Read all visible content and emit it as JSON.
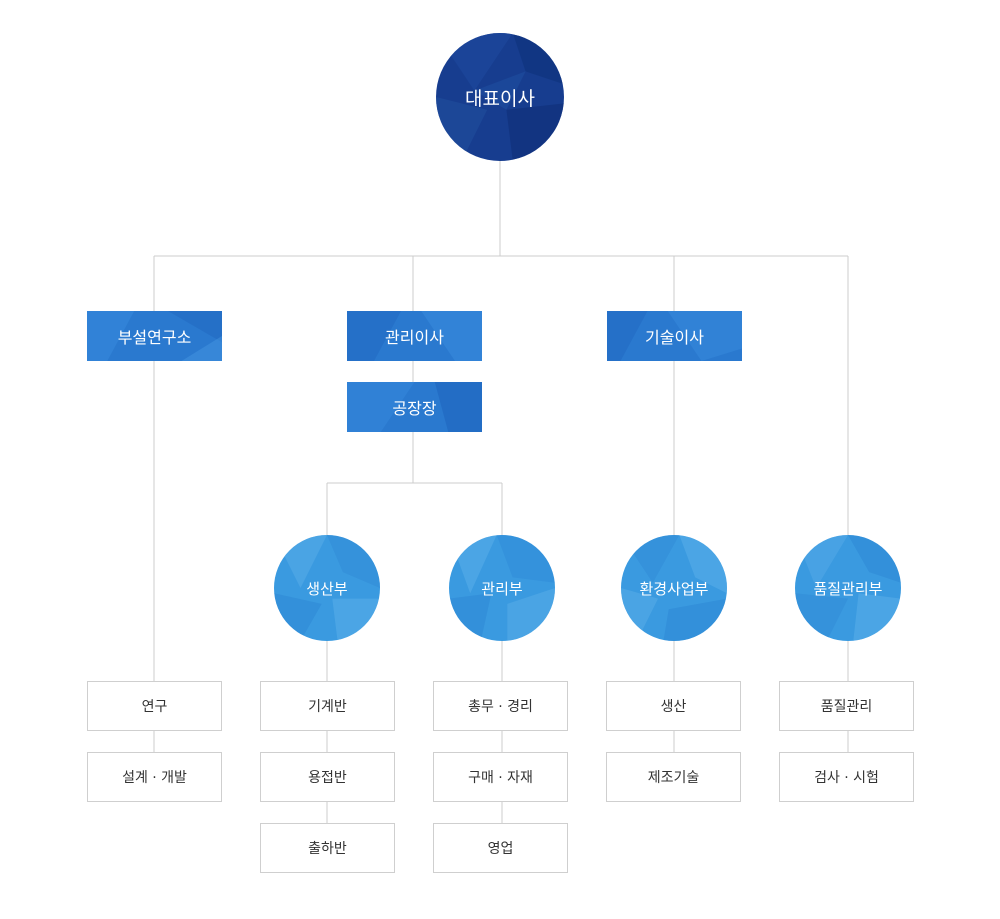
{
  "top": {
    "label": "대표이사"
  },
  "executives": [
    {
      "label": "부설연구소"
    },
    {
      "label": "관리이사"
    },
    {
      "label": "공장장"
    },
    {
      "label": "기술이사"
    }
  ],
  "departments": [
    {
      "label": "생산부"
    },
    {
      "label": "관리부"
    },
    {
      "label": "환경사업부"
    },
    {
      "label": "품질관리부"
    }
  ],
  "units": {
    "research": [
      "연구",
      "설계 · 개발"
    ],
    "production": [
      "기계반",
      "용접반",
      "출하반"
    ],
    "management": [
      "총무 · 경리",
      "구매 · 자재",
      "영업"
    ],
    "environment": [
      "생산",
      "제조기술"
    ],
    "quality": [
      "품질관리",
      "검사 · 시험"
    ]
  },
  "colors": {
    "top": "#173d8f",
    "executive": "#2a79cf",
    "department": "#3a9ae0",
    "line": "#cccccc",
    "unit_border": "#cfcfcf",
    "unit_text": "#333333"
  }
}
